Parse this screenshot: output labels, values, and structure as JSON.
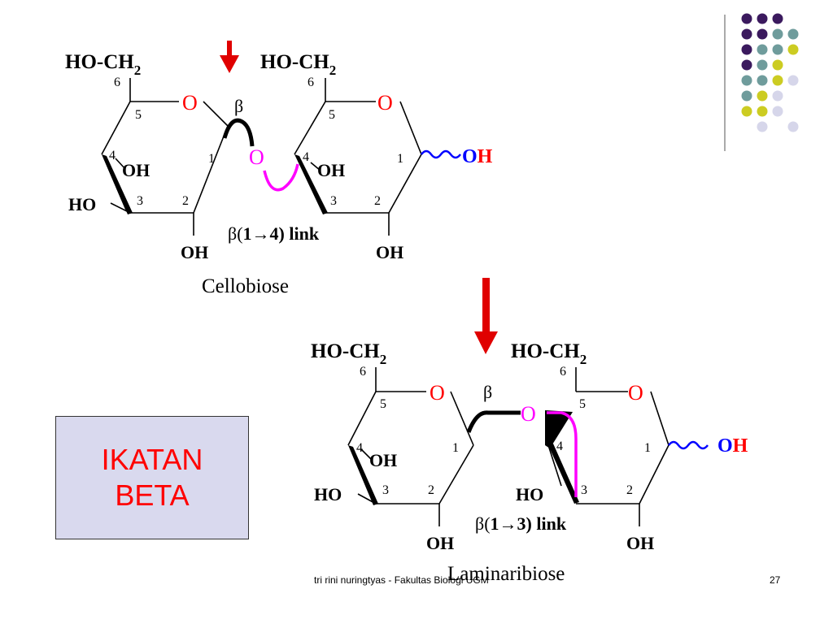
{
  "label": {
    "line1": "IKATAN",
    "line2": "BETA"
  },
  "footer": {
    "author": "tri rini nuringtyas - Fakultas Biologi UGM",
    "page_number": "27"
  },
  "cellobiose": {
    "name": "Cellobiose",
    "link_prefix": "β(",
    "link_bold": "1→4) link",
    "left_ring": {
      "ch2": "HO-CH",
      "sub": "2",
      "c6": "6",
      "c5": "5",
      "c4": "4",
      "c3": "3",
      "c2": "2",
      "c1": "1",
      "o": "O",
      "oh4": "OH",
      "ho3": "HO",
      "oh2": "OH",
      "beta": "β"
    },
    "bridge_o": "O",
    "right_ring": {
      "ch2": "HO-CH",
      "sub": "2",
      "c6": "6",
      "c5": "5",
      "c4": "4",
      "c3": "3",
      "c2": "2",
      "c1": "1",
      "o": "O",
      "oh4": "OH",
      "oh2": "OH",
      "oh1_o": "O",
      "oh1_h": "H"
    }
  },
  "laminaribiose": {
    "name": "Laminaribiose",
    "link_prefix": "β(",
    "link_bold": "1→3) link",
    "left_ring": {
      "ch2": "HO-CH",
      "sub": "2",
      "c6": "6",
      "c5": "5",
      "c4": "4",
      "c3": "3",
      "c2": "2",
      "c1": "1",
      "o": "O",
      "oh4": "OH",
      "ho3": "HO",
      "oh2": "OH",
      "beta": "β"
    },
    "bridge_o": "O",
    "right_ring": {
      "ch2": "HO-CH",
      "sub": "2",
      "c6": "6",
      "c5": "5",
      "c4": "4",
      "c3": "3",
      "c2": "2",
      "c1": "1",
      "o": "O",
      "ho4": "HO",
      "oh2": "OH",
      "oh1_o": "O",
      "oh1_h": "H"
    }
  },
  "colors": {
    "oxygen": "#ff0000",
    "bond_link": "#ff00ff",
    "anomeric": "#0000ff",
    "arrow": "#e00000",
    "dot_purple": "#3b1a5e",
    "dot_teal": "#6f9c9c",
    "dot_yellow": "#cccc22",
    "dot_lavender": "#d6d6ea"
  },
  "dots": [
    [
      "purple",
      "purple",
      "purple",
      null
    ],
    [
      "purple",
      "purple",
      "teal",
      "teal"
    ],
    [
      "purple",
      "teal",
      "teal",
      "yellow"
    ],
    [
      "purple",
      "teal",
      "yellow",
      null
    ],
    [
      "teal",
      "teal",
      "yellow",
      "lavender"
    ],
    [
      "teal",
      "yellow",
      "lavender",
      null
    ],
    [
      "yellow",
      "yellow",
      "lavender",
      null
    ],
    [
      null,
      "lavender",
      null,
      "lavender"
    ]
  ]
}
